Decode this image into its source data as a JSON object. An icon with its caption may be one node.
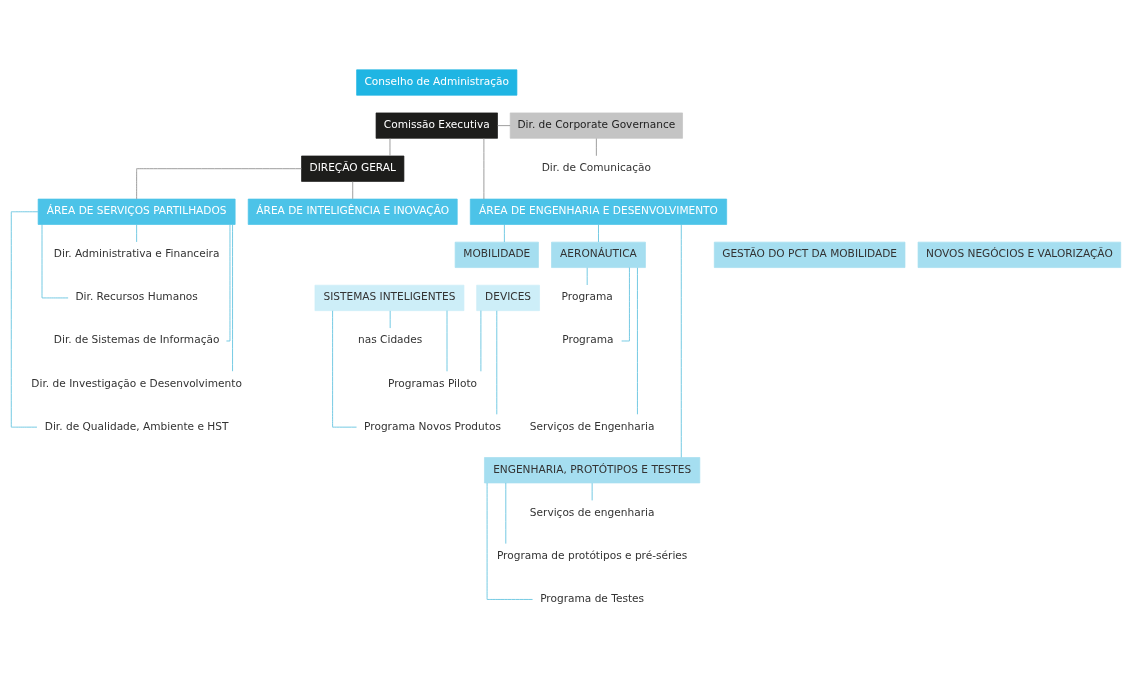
{
  "diagram": {
    "nodes": [
      {
        "text": [
          "Conselho de Administração"
        ]
      },
      {
        "text": [
          "Comissão Executiva"
        ]
      },
      {
        "text": [
          "Dir. de Corporate Governance"
        ]
      },
      {
        "text": [
          "Dir. de Comunicação"
        ]
      },
      {
        "text": [
          "DIREÇÃO GERAL"
        ]
      },
      {
        "text": [
          "ÁREA DE SERVIÇOS PARTILHADOS"
        ]
      },
      {
        "text": [
          "Dir. Administrativa e Financeira"
        ]
      },
      {
        "text": [
          "Dir. Recursos Humanos"
        ]
      },
      {
        "text": [
          "Dir. de Sistemas de Informação"
        ]
      },
      {
        "text": [
          "Dir. de Investigação e Desenvolvimento"
        ]
      },
      {
        "text": [
          "Dir. de Qualidade, Ambiente e HST"
        ]
      },
      {
        "text": [
          "ÁREA DE ENGENHARIA E DESENVOLVIMENTO"
        ]
      },
      {
        "text": [
          "MOBILIDADE"
        ]
      },
      {
        "text": [
          "SISTEMAS INTELIGENTES"
        ]
      },
      {
        "text": [
          "DEVICES"
        ]
      },
      {
        "text": [
          "nas Cidades"
        ]
      },
      {
        "text": [
          "Programas Piloto"
        ]
      },
      {
        "text": [
          "Programa Novos Produtos"
        ]
      },
      {
        "text": [
          "AERONÁUTICA"
        ]
      },
      {
        "text": [
          "Programa"
        ]
      },
      {
        "text": [
          "Programa"
        ]
      },
      {
        "text": [
          "Serviços de Engenharia"
        ]
      },
      {
        "text": [
          "ENGENHARIA, PROTÓTIPOS E TESTES"
        ]
      },
      {
        "text": [
          "Serviços de engenharia"
        ]
      },
      {
        "text": [
          "Programa de protótipos e pré-séries"
        ]
      },
      {
        "text": [
          "Programa de Testes"
        ]
      },
      {
        "text": [
          "ÁREA DE INTELIGÊNCIA E INOVAÇÃO"
        ]
      },
      {
        "text": [
          "GESTÃO DO PCT DA MOBILIDADE"
        ]
      },
      {
        "text": [
          "NOVOS NEGÓCIOS E VALORIZAÇÃO"
        ]
      }
    ],
    "edges": [
      {
        "from": 1,
        "to": 2,
        "arrow": "none",
        "color": "#8c8c8c"
      },
      {
        "from": 2,
        "to": 3,
        "arrow": "none",
        "color": "#8c8c8c"
      },
      {
        "from": 1,
        "to": 4,
        "arrow": "none",
        "color": "#8c8c8c"
      },
      {
        "from": 1,
        "to": 11,
        "arrow": "none",
        "color": "#8c8c8c"
      },
      {
        "from": 4,
        "to": 5,
        "arrow": "none",
        "color": "#8c8c8c"
      },
      {
        "from": 4,
        "to": 26,
        "arrow": "none",
        "color": "#8c8c8c"
      },
      {
        "from": 5,
        "to": 6,
        "arrow": "none"
      },
      {
        "from": 5,
        "to": 7,
        "arrow": "none"
      },
      {
        "from": 5,
        "to": 8,
        "arrow": "none"
      },
      {
        "from": 5,
        "to": 9,
        "arrow": "none"
      },
      {
        "from": 5,
        "to": 10,
        "arrow": "none"
      },
      {
        "from": 11,
        "to": 12,
        "arrow": "none"
      },
      {
        "from": 11,
        "to": 18,
        "arrow": "none"
      },
      {
        "from": 11,
        "to": 22,
        "arrow": "none"
      },
      {
        "from": 13,
        "to": 15,
        "arrow": "none"
      },
      {
        "from": 13,
        "to": 16,
        "arrow": "none"
      },
      {
        "from": 14,
        "to": 16,
        "arrow": "none"
      },
      {
        "from": 13,
        "to": 17,
        "arrow": "none"
      },
      {
        "from": 14,
        "to": 17,
        "arrow": "none"
      },
      {
        "from": 18,
        "to": 19,
        "arrow": "none"
      },
      {
        "from": 18,
        "to": 20,
        "arrow": "none"
      },
      {
        "from": 18,
        "to": 21,
        "arrow": "none"
      },
      {
        "from": 22,
        "to": 23,
        "arrow": "none"
      },
      {
        "from": 22,
        "to": 24,
        "arrow": "none"
      },
      {
        "from": 22,
        "to": 25,
        "arrow": "none"
      }
    ]
  }
}
